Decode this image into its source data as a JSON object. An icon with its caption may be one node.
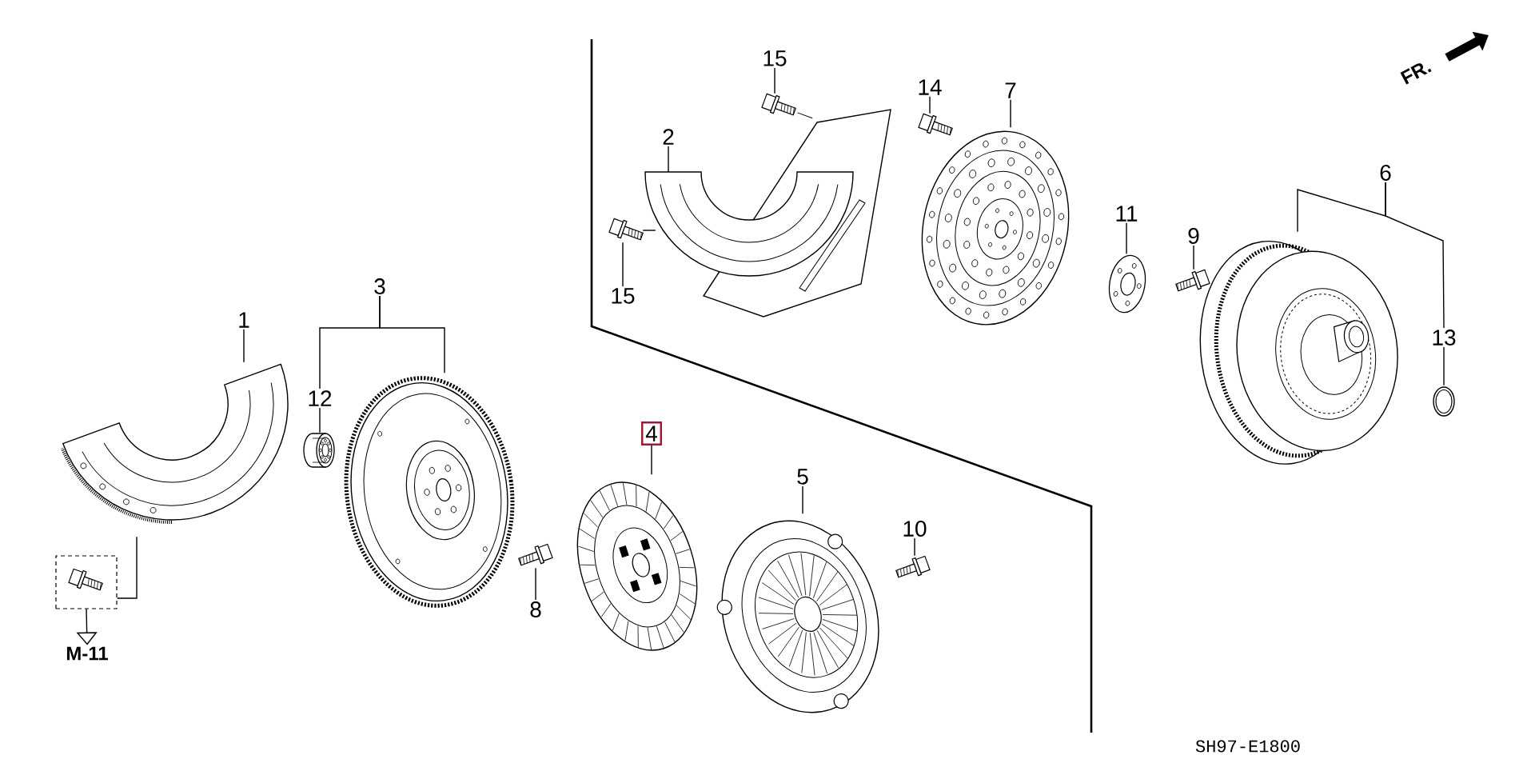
{
  "diagram": {
    "nodes": [
      {
        "text": [
          "15"
        ]
      },
      {
        "text": [
          "14"
        ]
      },
      {
        "text": [
          "7"
        ]
      },
      {
        "text": [
          "2"
        ]
      },
      {
        "text": [],
        "shape": "picture"
      },
      {
        "text": [],
        "shape": "picture"
      },
      {
        "text": [],
        "shape": "picture"
      },
      {
        "text": [],
        "shape": "picture"
      },
      {
        "text": [
          "6"
        ]
      },
      {
        "text": [
          "11"
        ]
      },
      {
        "text": [
          "9"
        ]
      },
      {
        "text": [],
        "shape": "picture"
      },
      {
        "text": [],
        "shape": "picture"
      },
      {
        "text": [
          "15"
        ]
      },
      {
        "text": [],
        "shape": "picture"
      },
      {
        "text": [
          "3"
        ]
      },
      {
        "text": [
          "1"
        ]
      },
      {
        "text": [],
        "shape": "picture"
      },
      {
        "text": [
          "13"
        ]
      },
      {
        "text": [],
        "shape": "picture"
      },
      {
        "text": [
          "12"
        ]
      },
      {
        "text": [],
        "shape": "picture"
      },
      {
        "text": [],
        "shape": "picture"
      },
      {
        "text": [],
        "shape": "picture"
      },
      {
        "text": [
          "4"
        ]
      },
      {
        "text": [],
        "shape": "picture"
      },
      {
        "text": [
          "5"
        ]
      },
      {
        "text": [],
        "shape": "picture"
      },
      {
        "text": [
          "10"
        ]
      },
      {
        "text": [],
        "shape": "picture"
      },
      {
        "text": [],
        "shape": "picture"
      },
      {
        "text": [
          "8"
        ]
      },
      {
        "text": [],
        "shape": "box"
      },
      {
        "text": [],
        "shape": "picture",
        "in": 32
      },
      {
        "text": [
          "M-11"
        ]
      }
    ],
    "edges": [
      {
        "from": 0,
        "to": 4,
        "arrow": "none"
      },
      {
        "from": 1,
        "to": 5,
        "arrow": "none"
      },
      {
        "from": 2,
        "to": 7,
        "arrow": "none"
      },
      {
        "from": 3,
        "to": 6,
        "arrow": "none"
      },
      {
        "from": 8,
        "to": 17,
        "arrow": "none"
      },
      {
        "from": 8,
        "to": 18,
        "arrow": "none"
      },
      {
        "from": 9,
        "to": 11,
        "arrow": "none"
      },
      {
        "from": 10,
        "to": 12,
        "arrow": "none"
      },
      {
        "from": 13,
        "to": 14,
        "arrow": "none"
      },
      {
        "from": 15,
        "to": 23,
        "arrow": "none"
      },
      {
        "from": 15,
        "to": 20,
        "arrow": "none"
      },
      {
        "from": 16,
        "to": 22,
        "arrow": "none"
      },
      {
        "from": 18,
        "to": 19,
        "arrow": "none"
      },
      {
        "from": 20,
        "to": 21,
        "arrow": "none"
      },
      {
        "from": 24,
        "to": 25,
        "arrow": "none"
      },
      {
        "from": 26,
        "to": 27,
        "arrow": "none"
      },
      {
        "from": 28,
        "to": 29,
        "arrow": "none"
      },
      {
        "from": 31,
        "to": 30,
        "arrow": "none"
      },
      {
        "from": 22,
        "to": 32,
        "arrow": "none"
      },
      {
        "from": 32,
        "to": 34,
        "arrow": "to"
      },
      {
        "from": 14,
        "to": 6,
        "arrow": "none"
      }
    ],
    "labels": [
      "FR.",
      "SH97-E1800"
    ]
  }
}
